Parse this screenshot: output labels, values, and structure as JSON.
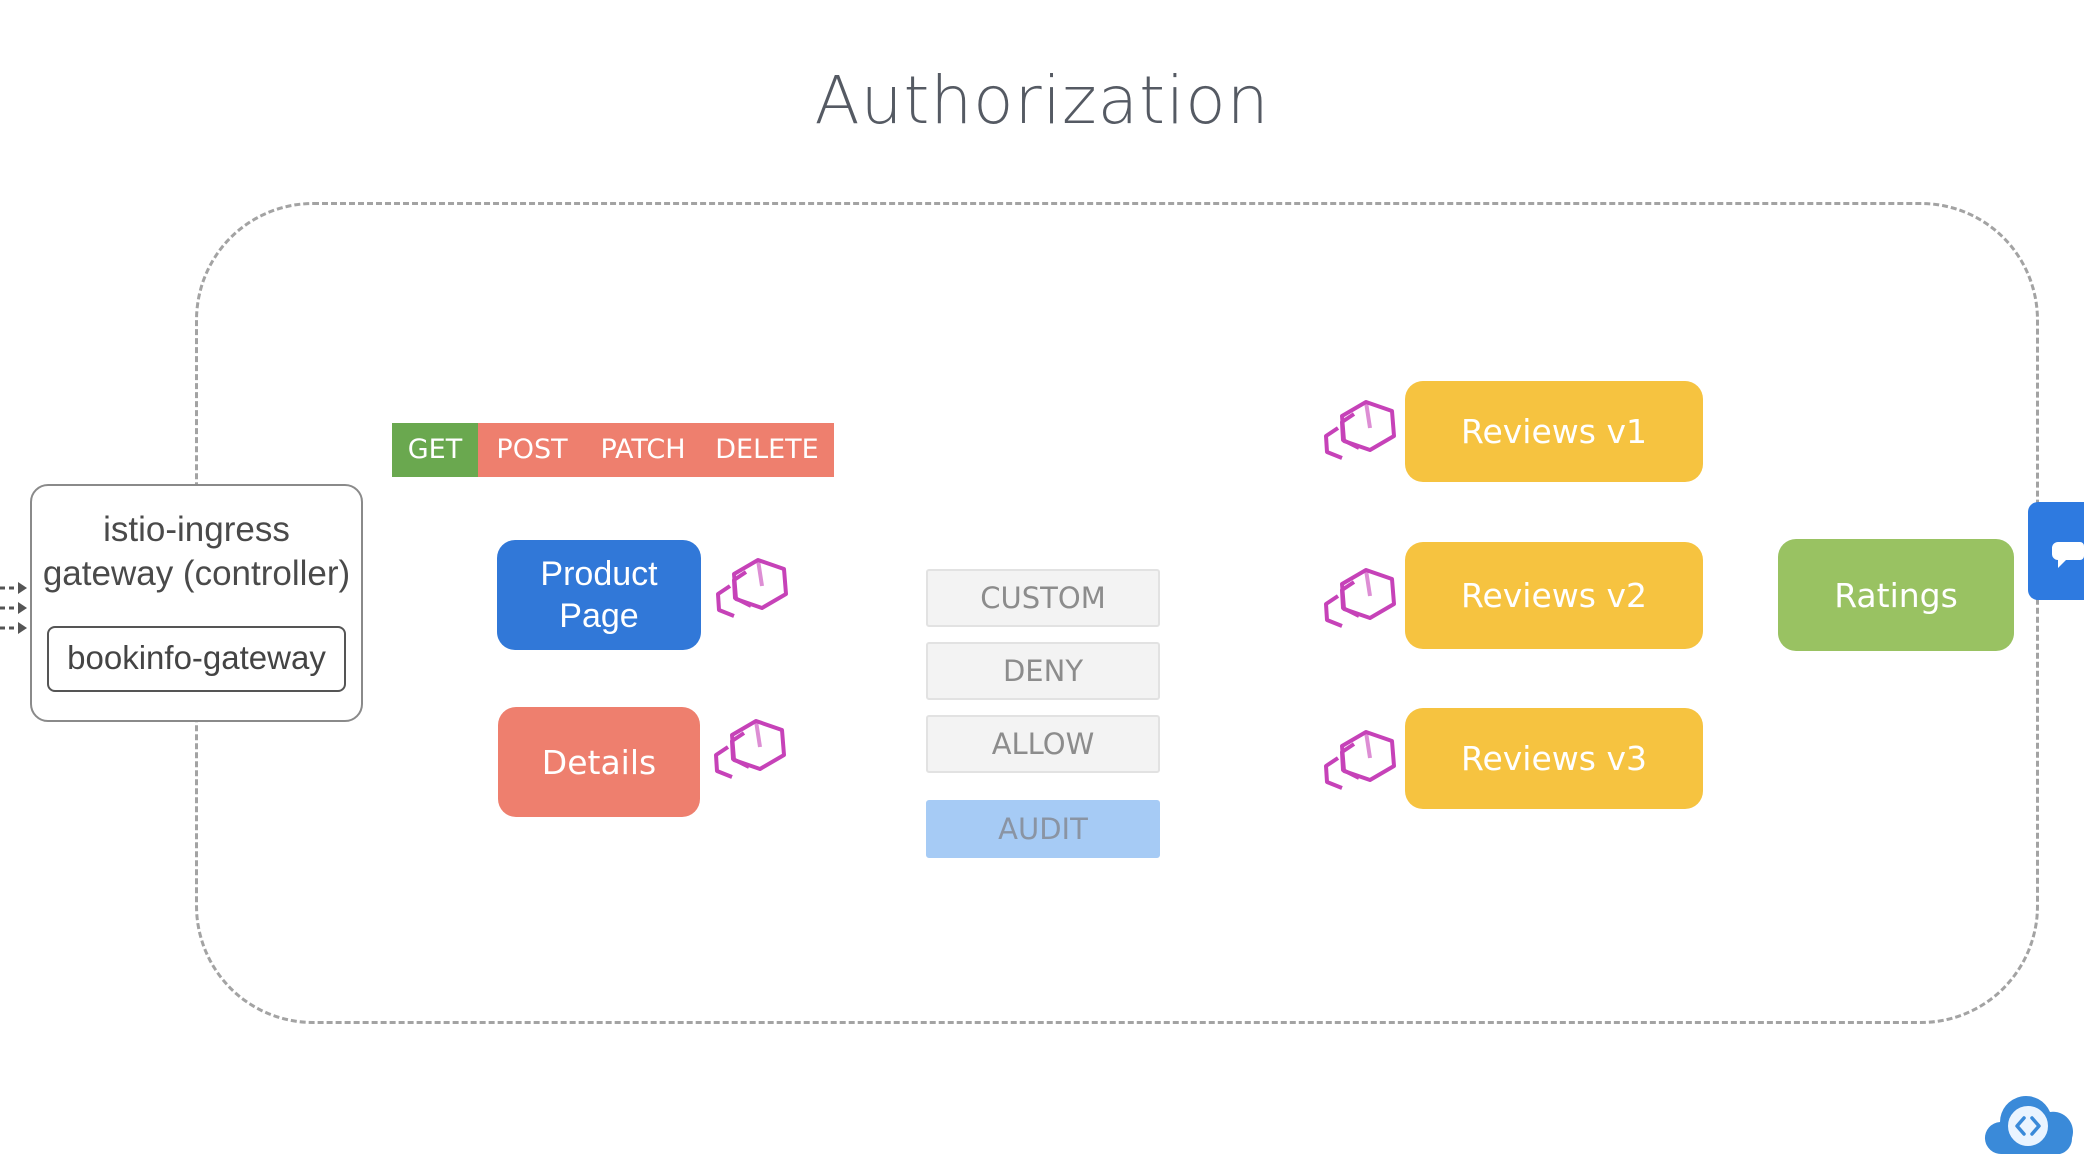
{
  "title": "Authorization",
  "ingress": {
    "title_line1": "istio-ingress",
    "title_line2": "gateway (controller)",
    "gateway_label": "bookinfo-gateway"
  },
  "methods": [
    "GET",
    "POST",
    "PATCH",
    "DELETE"
  ],
  "services": {
    "product_page_line1": "Product",
    "product_page_line2": "Page",
    "details": "Details",
    "reviews_v1": "Reviews v1",
    "reviews_v2": "Reviews v2",
    "reviews_v3": "Reviews v3",
    "ratings": "Ratings"
  },
  "policies": [
    "CUSTOM",
    "DENY",
    "ALLOW",
    "AUDIT"
  ],
  "colors": {
    "get": "#6aa84f",
    "method": "#ee7f6e",
    "product_page": "#3178d8",
    "details": "#ee7f6e",
    "reviews": "#f6c340",
    "ratings": "#99c262",
    "audit": "#a6cbf5",
    "sidecar": "#c642b8"
  },
  "icons": {
    "sidecar": "envoy-proxy-icon",
    "logo": "cloud-code-icon",
    "side_tab": "chat-bubble-icon"
  }
}
